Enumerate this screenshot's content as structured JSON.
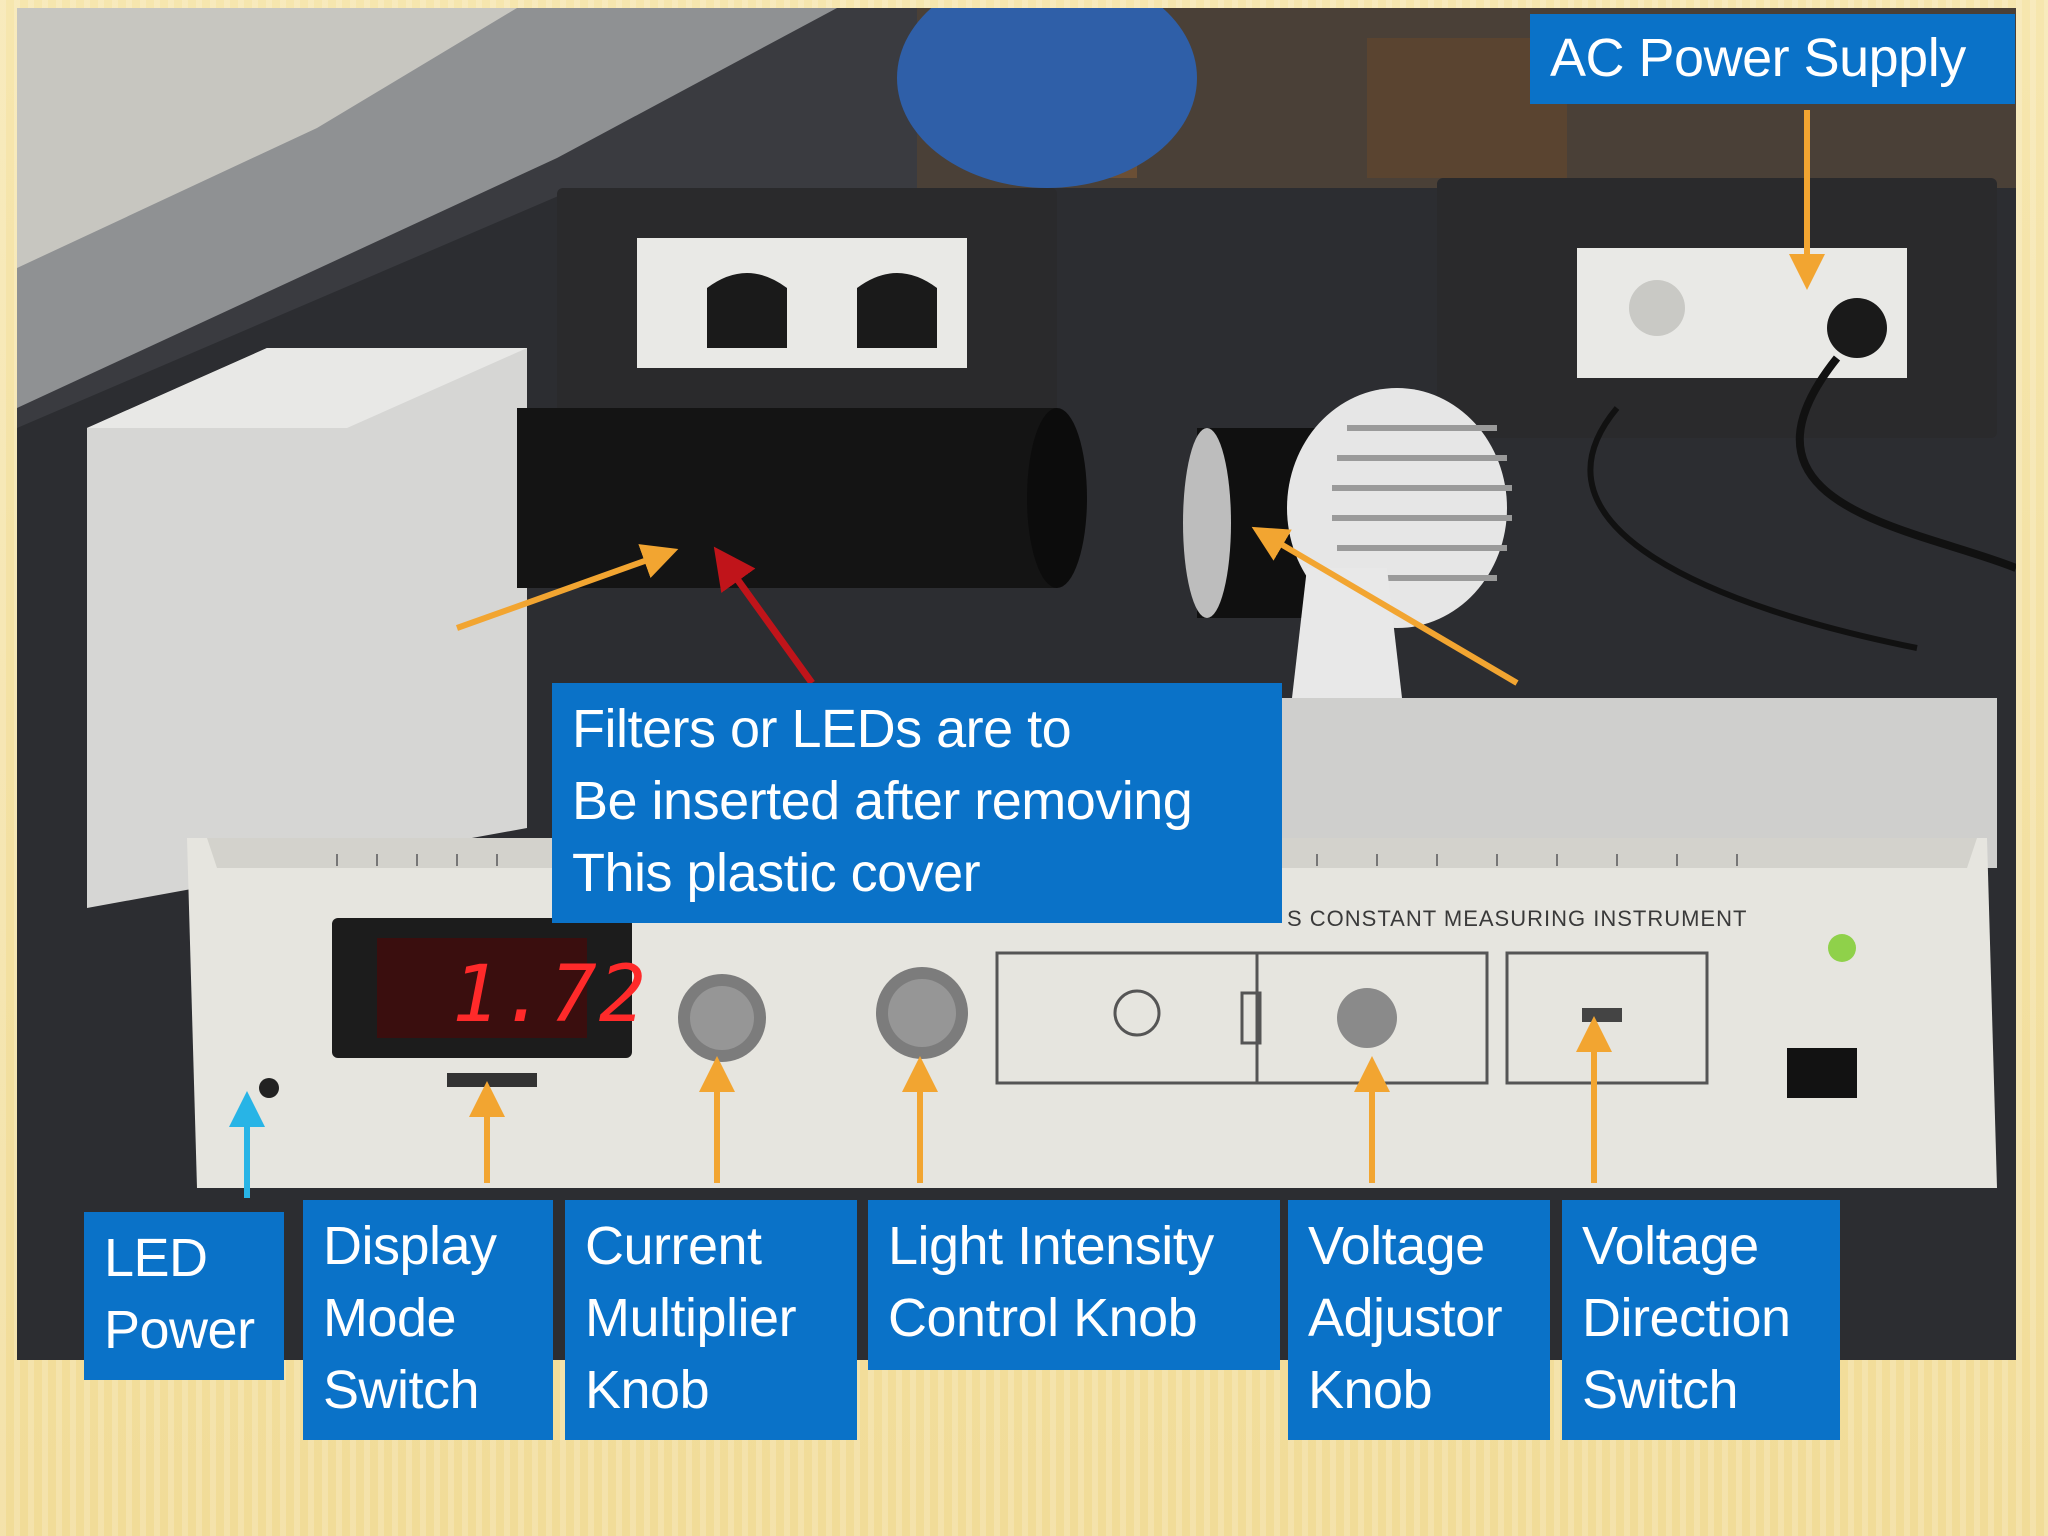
{
  "display": {
    "reading": "1.72"
  },
  "panel": {
    "instrument_label": "S CONSTANT MEASURING INSTRUMENT"
  },
  "callouts": {
    "ac_power": [
      "AC Power Supply"
    ],
    "filters": [
      "Filters or LEDs are to",
      "Be inserted after removing",
      "This plastic cover"
    ],
    "led_power": [
      "LED",
      "Power"
    ],
    "display_mode": [
      "Display",
      "Mode",
      "Switch"
    ],
    "current_multiplier": [
      "Current",
      "Multiplier",
      "Knob"
    ],
    "light_intensity": [
      "Light Intensity",
      "Control Knob"
    ],
    "voltage_adjustor": [
      "Voltage",
      "Adjustor",
      "Knob"
    ],
    "voltage_direction": [
      "Voltage",
      "Direction",
      "Switch"
    ]
  },
  "colors": {
    "callout_bg": "#0a72c8",
    "arrow_orange": "#f2a531",
    "arrow_red": "#c0141a",
    "arrow_cyan": "#28b4e6"
  }
}
